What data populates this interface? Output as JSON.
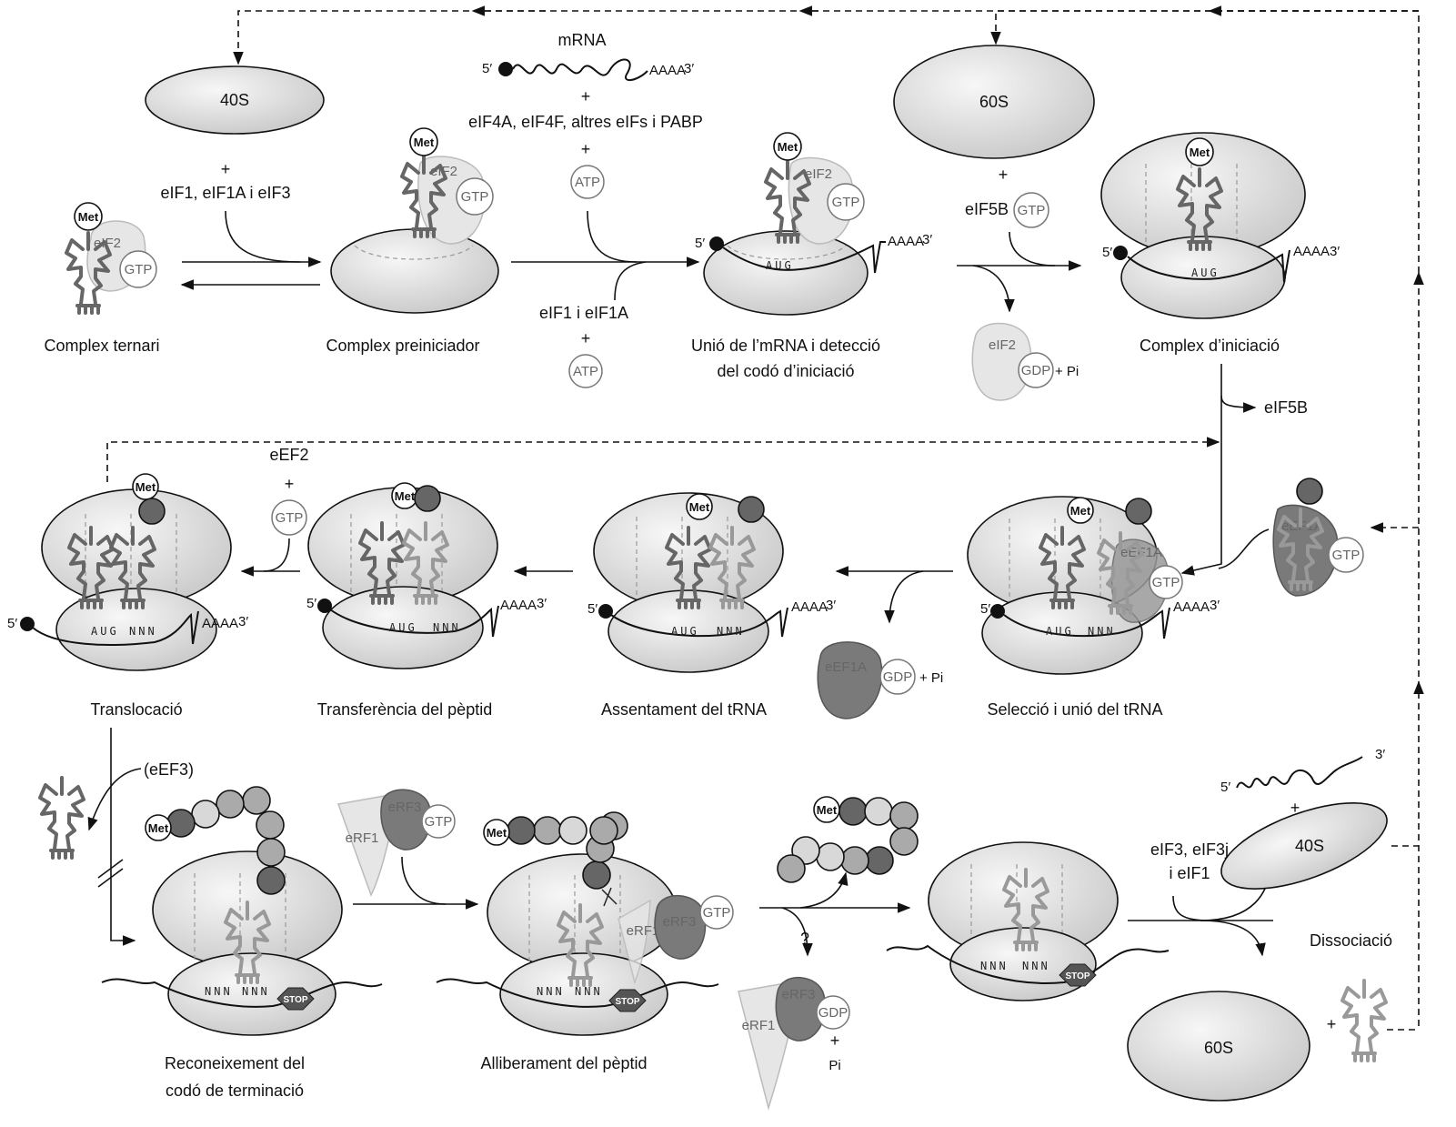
{
  "stages": {
    "ternary": "Complex ternari",
    "preinit": "Complex preiniciador",
    "scan_1": "Unió de  l’mRNA i detecció",
    "scan_2": "del codó d’iniciació",
    "init": "Complex d’iniciació",
    "selection": "Selecció i unió del tRNA",
    "accommodation": "Assentament  del tRNA",
    "transfer": "Transferència del pèptid",
    "translocation": "Translocació",
    "recog_1": "Reconeixement del",
    "recog_2": "codó de terminació",
    "release": "Alliberament del pèptid",
    "dissociation": "Dissociació"
  },
  "subunits": {
    "small": "40S",
    "large": "60S"
  },
  "factors": {
    "eif_40s": "eIF1, eIF1A i eIF3",
    "mrna": "mRNA",
    "eif4": "eIF4A, eIF4F, altres eIFs i PABP",
    "eif1": "eIF1 i eIF1A",
    "eif5b": "eIF5B",
    "eif5b_out": "eIF5B",
    "eef2": "eEF2",
    "eef3": "(eEF3)",
    "recycling_1": "eIF3, eIF3j",
    "recycling_2": "i eIF1",
    "eif2": "eIF2",
    "eef1a": "eEF1A",
    "erf1": "eRF1",
    "erf3": "eRF3"
  },
  "molecules": {
    "gtp": "GTP",
    "gdp": "GDP",
    "atp": "ATP",
    "pi": "+ Pi",
    "pi_short": "Pi",
    "plus": "+",
    "met": "Met",
    "stop": "STOP",
    "question": "?"
  },
  "mrna": {
    "five": "5′",
    "three": "3′",
    "polyA": "AAAA",
    "aug": "AUG",
    "nnn": "NNN"
  }
}
